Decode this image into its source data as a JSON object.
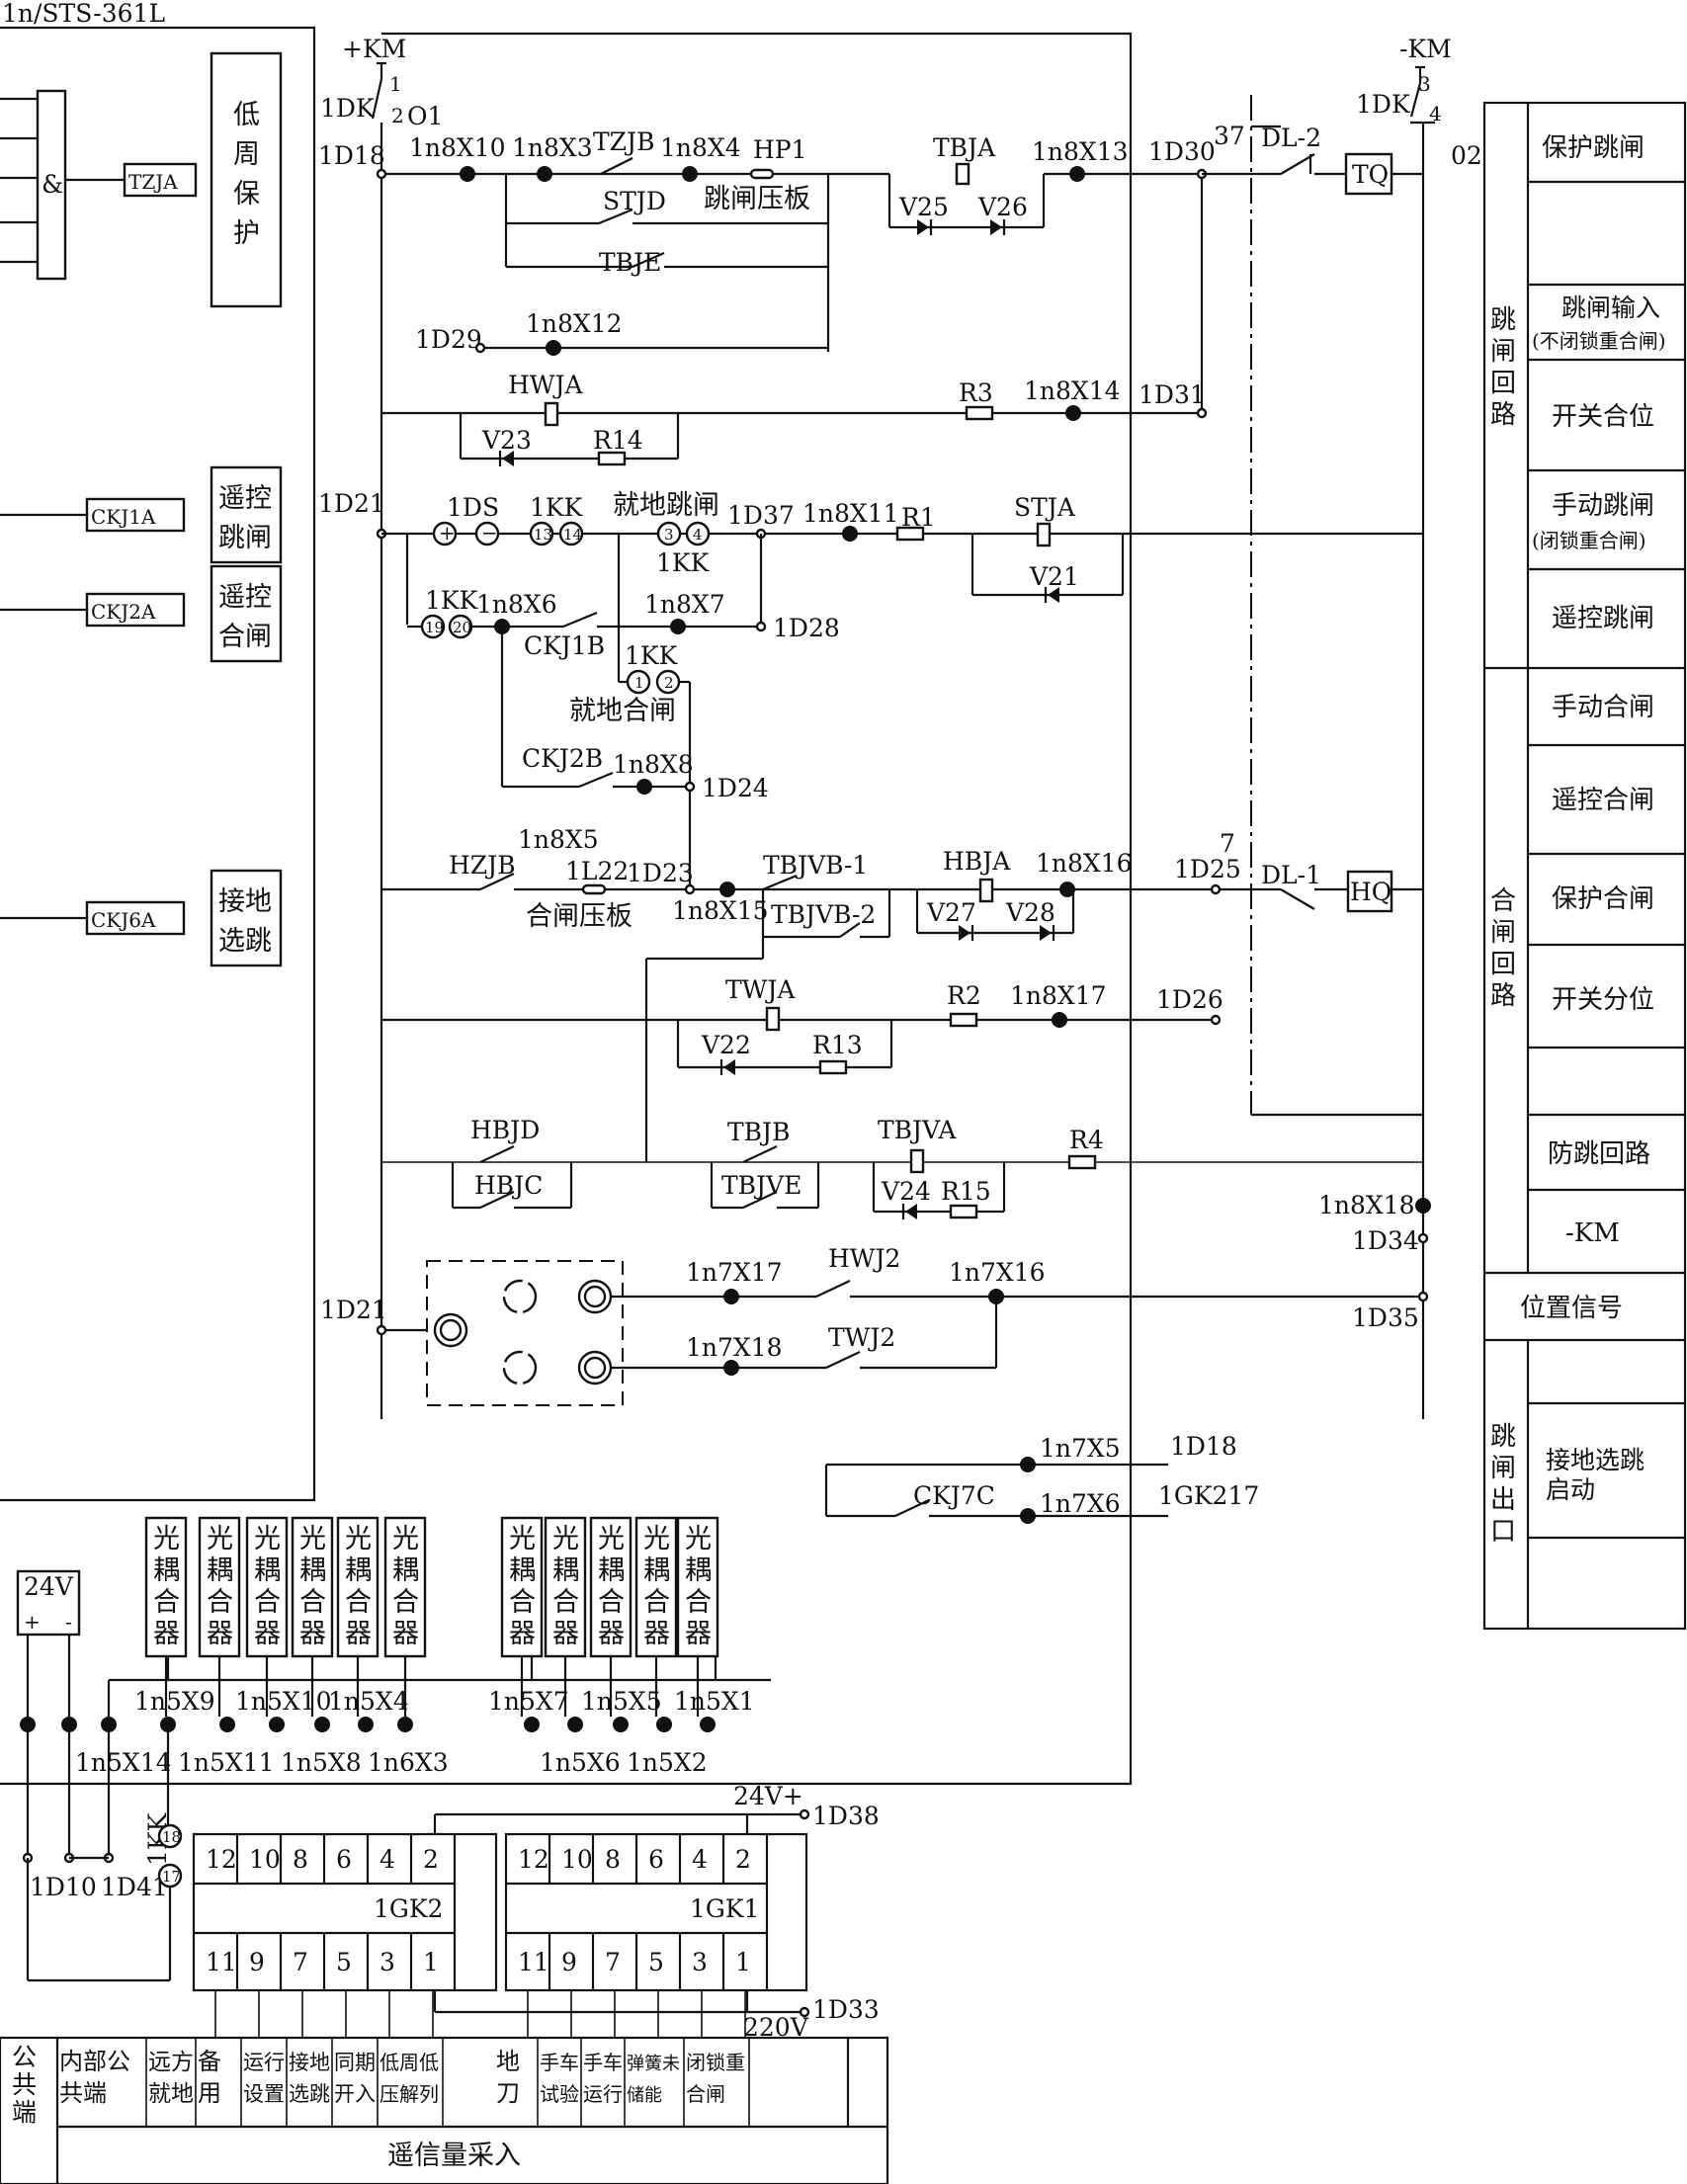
{
  "header": {
    "device": "1n/STS-361L"
  },
  "supply": {
    "pos": "+KM",
    "neg": "-KM",
    "fuse_pos": "1DK",
    "fuse_neg": "1DK",
    "n1": "1",
    "n2": "2",
    "n3": "3",
    "n4": "4",
    "o1": "O1",
    "n02": "02",
    "n37": "37",
    "n7": "7"
  },
  "left_panel": {
    "and_gate": "&",
    "tzja": "TZJA",
    "low_freq": "低周保护",
    "ckj1a": "CKJ1A",
    "ckj2a": "CKJ2A",
    "ckj6a": "CKJ6A",
    "remote_trip": "遥控跳闸",
    "remote_close": "遥控合闸",
    "ground_select": "接地选跳"
  },
  "terminals": {
    "d18": "1D18",
    "d21": "1D21",
    "d21b": "1D21",
    "d29": "1D29",
    "d30": "1D30",
    "d31": "1D31",
    "d37": "1D37",
    "d28": "1D28",
    "d24": "1D24",
    "d23": "1D23",
    "d25": "1D25",
    "d26": "1D26",
    "d34": "1D34",
    "d35": "1D35",
    "d18b": "1D18",
    "gk217": "1GK217",
    "d38": "1D38",
    "d33": "1D33",
    "d10": "1D10",
    "d41": "1D41"
  },
  "plugs": {
    "x10": "1n8X10",
    "x3": "1n8X3",
    "x4": "1n8X4",
    "x13": "1n8X13",
    "x12": "1n8X12",
    "x14": "1n8X14",
    "x11": "1n8X11",
    "x6": "1n8X6",
    "x7": "1n8X7",
    "x8": "1n8X8",
    "x5": "1n8X5",
    "x15": "1n8X15",
    "x16": "1n8X16",
    "x17": "1n8X17",
    "x18": "1n8X18",
    "n7x17": "1n7X17",
    "n7x16": "1n7X16",
    "n7x18": "1n7X18",
    "n7x5": "1n7X5",
    "n7x6": "1n7X6",
    "n5x9": "1n5X9",
    "n5x10": "1n5X10",
    "n5x4": "1n5X4",
    "n5x7": "1n5X7",
    "n5x5": "1n5X5",
    "n5x1": "1n5X1",
    "n5x14": "1n5X14",
    "n5x11": "1n5X11",
    "n5x8": "1n5X8",
    "n6x3": "1n6X3",
    "n5x6": "1n5X6",
    "n5x2": "1n5X2"
  },
  "components": {
    "tzjb": "TZJB",
    "hp1": "HP1",
    "trip_plate": "跳闸压板",
    "stjd": "STJD",
    "tbje": "TBJE",
    "tbja": "TBJA",
    "v25": "V25",
    "v26": "V26",
    "dl2": "DL-2",
    "tq": "TQ",
    "hwja": "HWJA",
    "v23": "V23",
    "r14": "R14",
    "r3": "R3",
    "ids": "1DS",
    "ikk": "1KK",
    "ikk2": "1KK",
    "ikk3": "1KK",
    "ikk4": "1KK",
    "local_trip": "就地跳闸",
    "r1": "R1",
    "stja": "STJA",
    "v21": "V21",
    "ckj1b": "CKJ1B",
    "local_close": "就地合闸",
    "ckj2b": "CKJ2B",
    "hzjb": "HZJB",
    "il22": "1L22",
    "close_plate": "合闸压板",
    "tbjvb1": "TBJVB-1",
    "tbjvb2": "TBJVB-2",
    "hbja": "HBJA",
    "v27": "V27",
    "v28": "V28",
    "dl1": "DL-1",
    "hq": "HQ",
    "twja": "TWJA",
    "v22": "V22",
    "r13": "R13",
    "r2": "R2",
    "hbjd": "HBJD",
    "hbjc": "HBJC",
    "tbjb": "TBJB",
    "tbjve": "TBJVE",
    "tbjva": "TBJVA",
    "v24": "V24",
    "r15": "R15",
    "r4": "R4",
    "hwj2": "HWJ2",
    "twj2": "TWJ2",
    "ckj7c": "CKJ7C",
    "c13": "13",
    "c14": "14",
    "c3": "3",
    "c4": "4",
    "c19": "19",
    "c20": "20",
    "c1": "1",
    "c2": "2",
    "c18": "18",
    "c17": "17"
  },
  "right_table": {
    "trip_group": "跳闸回路",
    "close_group": "合闸回路",
    "out_group": "跳闸出口",
    "rows": {
      "protect_trip": "保护跳闸",
      "trip_input_1": "跳闸输入",
      "trip_input_2": "(不闭锁重合闸)",
      "switch_closed": "开关合位",
      "manual_trip_1": "手动跳闸",
      "manual_trip_2": "(闭锁重合闸)",
      "remote_trip": "遥控跳闸",
      "manual_close": "手动合闸",
      "remote_close": "遥控合闸",
      "protect_close": "保护合闸",
      "switch_open": "开关分位",
      "anti_pump": "防跳回路",
      "neg_km": "-KM",
      "position_signal": "位置信号",
      "ground_start_1": "接地选跳",
      "ground_start_2": "启动"
    }
  },
  "bottom": {
    "v24": "24V",
    "v24plus": "24V+",
    "v220": "220V",
    "optocoupler": "光耦合器",
    "gk2": "1GK2",
    "gk1": "1GK1",
    "top_pins": [
      "12",
      "10",
      "8",
      "6",
      "4",
      "2"
    ],
    "bot_pins": [
      "11",
      "9",
      "7",
      "5",
      "3",
      "1"
    ],
    "ikk_vert": "1KK",
    "plus": "+",
    "minus": "-",
    "table_labels": {
      "common": "公共端",
      "inner_common": "内部公共端",
      "remote_local": "远方就地",
      "spare": "备用",
      "run_setting": "运行设置",
      "ground_select_trip": "接地选跳",
      "sync_input": "同期开入",
      "low_freq_unlock": "低周低压解列",
      "ground_knife": "地刀",
      "cart_test": "手车试验",
      "cart_run": "手车运行",
      "spring_uncharged": "弹簧未储能",
      "lock_reclose": "闭锁重合闸"
    },
    "comm_input": "遥信量采入"
  }
}
